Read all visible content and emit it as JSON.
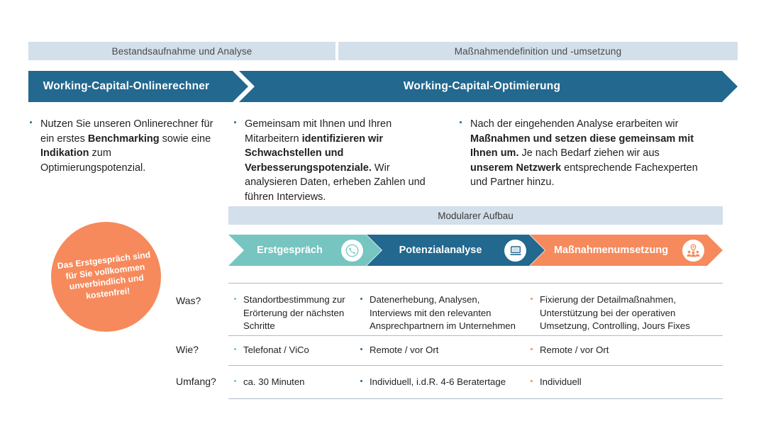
{
  "phases": [
    {
      "label": "Bestandsaufnahme und Analyse"
    },
    {
      "label": "Maßnahmendefinition und -umsetzung"
    }
  ],
  "banners": [
    {
      "label": "Working-Capital-Onlinerechner"
    },
    {
      "label": "Working-Capital-Optimierung"
    }
  ],
  "bullets": [
    {
      "parts": [
        {
          "t": "Nutzen Sie unseren Onlinerechner für ein erstes ",
          "b": false
        },
        {
          "t": "Benchmarking",
          "b": true
        },
        {
          "t": " sowie eine ",
          "b": false
        },
        {
          "t": "Indikation",
          "b": true
        },
        {
          "t": " zum Optimierungspotenzial.",
          "b": false
        }
      ]
    },
    {
      "parts": [
        {
          "t": "Gemeinsam mit Ihnen und Ihren Mitarbeitern ",
          "b": false
        },
        {
          "t": "identifizieren wir Schwachstellen und Verbesserungspotenziale.",
          "b": true
        },
        {
          "t": " Wir analysieren Daten, erheben Zahlen und führen Interviews.",
          "b": false
        }
      ]
    },
    {
      "parts": [
        {
          "t": "Nach der eingehenden Analyse erarbeiten wir ",
          "b": false
        },
        {
          "t": "Maßnahmen und setzen diese gemeinsam mit Ihnen um.",
          "b": true
        },
        {
          "t": " Je nach Bedarf ziehen wir aus ",
          "b": false
        },
        {
          "t": "unserem Netzwerk",
          "b": true
        },
        {
          "t": " entsprechende Fachexperten und Partner hinzu.",
          "b": false
        }
      ]
    }
  ],
  "badge": {
    "text": "Das Erstgespräch sind für Sie vollkommen unverbindlich und kostenfrei!",
    "color": "#f68a5c"
  },
  "modular": {
    "title": "Modularer Aufbau",
    "steps": [
      {
        "label": "Erstgespräch",
        "color": "#76c5c0",
        "icon": "phone-icon"
      },
      {
        "label": "Potenzialanalyse",
        "color": "#22688f",
        "icon": "laptop-icon"
      },
      {
        "label": "Maßnahmenumsetzung",
        "color": "#f68a5c",
        "icon": "team-location-icon"
      }
    ]
  },
  "matrix": {
    "rows": [
      {
        "label": "Was?",
        "cells": [
          "Standortbestimmung zur Erörterung der nächsten Schritte",
          "Datenerhebung, Analysen, Interviews mit den relevanten Ansprechpartnern im Unternehmen",
          "Fixierung der Detailmaßnahmen, Unterstützung bei der operativen Umsetzung, Controlling, Jours Fixes"
        ]
      },
      {
        "label": "Wie?",
        "cells": [
          "Telefonat / ViCo",
          "Remote / vor Ort",
          "Remote / vor Ort"
        ]
      },
      {
        "label": "Umfang?",
        "cells": [
          "ca. 30 Minuten",
          "Individuell, i.d.R. 4-6 Beratertage",
          "Individuell"
        ]
      }
    ]
  },
  "colors": {
    "blue": "#22688f",
    "lightblue": "#d3dfea",
    "teal": "#76c5c0",
    "orange": "#f68a5c",
    "rule": "#aebccb"
  }
}
